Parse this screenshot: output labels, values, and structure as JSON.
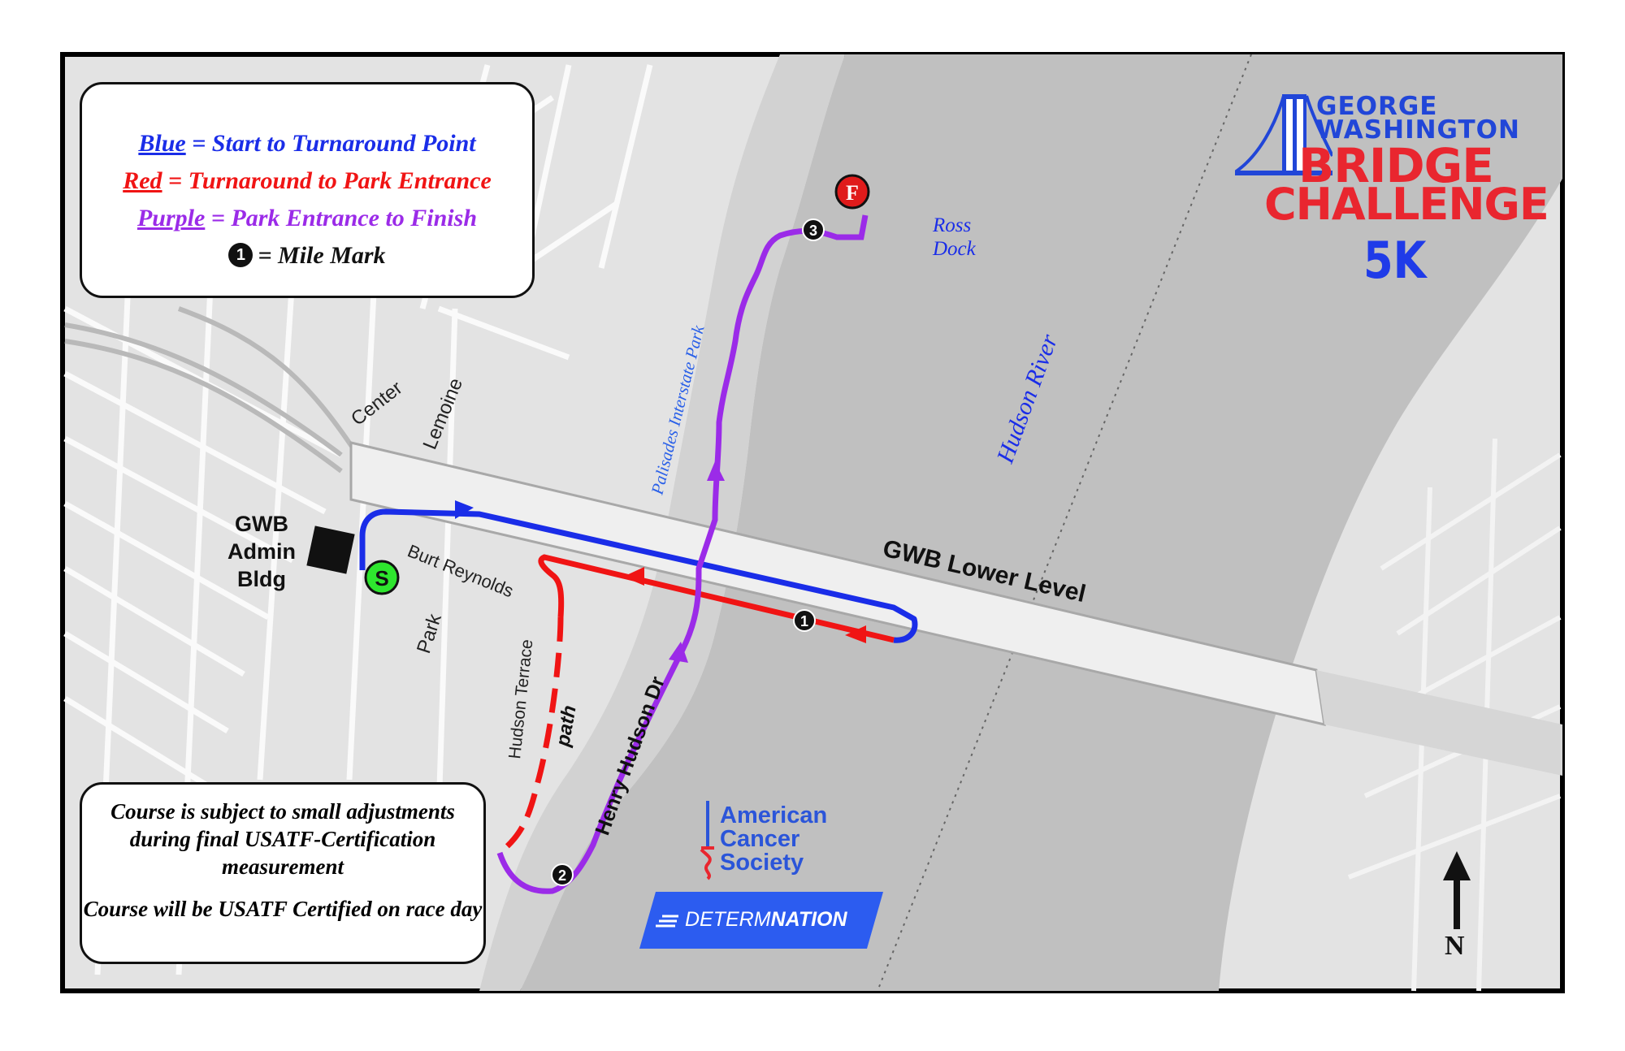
{
  "legend": {
    "blue_word": "Blue",
    "blue_rest": " = Start to Turnaround Point",
    "red_word": "Red",
    "red_rest": " = Turnaround to Park Entrance",
    "purple_word": "Purple",
    "purple_rest": " = Park Entrance to Finish",
    "mile_number": "1",
    "mile_rest": "= Mile Mark"
  },
  "note": {
    "line1": "Course is subject to small adjustments during final USATF-Certification measurement",
    "line2": "Course will be USATF Certified on race day"
  },
  "logo": {
    "george": "GEORGE",
    "washington": "WASHINGTON",
    "bridge": "BRIDGE",
    "challenge": "CHALLENGE",
    "distance": "5K"
  },
  "sponsors": {
    "acs_line1": "American",
    "acs_line2": "Cancer",
    "acs_line3": "Society",
    "determ_a": "DETERM",
    "determ_b": "NATION"
  },
  "map_labels": {
    "center": "Center",
    "lemoine": "Lemoine",
    "burt_reynolds": "Burt Reynolds",
    "park": "Park",
    "hudson_terrace": "Hudson Terrace",
    "path": "path",
    "henry_hudson": "Henry Hudson Dr",
    "palisades": "Palisades Interstate Park",
    "hudson_river": "Hudson River",
    "gwb_lower": "GWB Lower Level",
    "ross": "Ross",
    "dock": "Dock",
    "admin1": "GWB",
    "admin2": "Admin",
    "admin3": "Bldg",
    "start": "S",
    "finish": "F",
    "mile1": "1",
    "mile2": "2",
    "mile3": "3",
    "north": "N"
  },
  "colors": {
    "blue_route": "#1a2de8",
    "red_route": "#f01414",
    "purple_route": "#9b2be8",
    "water": "#bfbfbf",
    "land": "#e2e2e2",
    "start_marker": "#2ee62e",
    "finish_marker": "#e01b1b"
  }
}
